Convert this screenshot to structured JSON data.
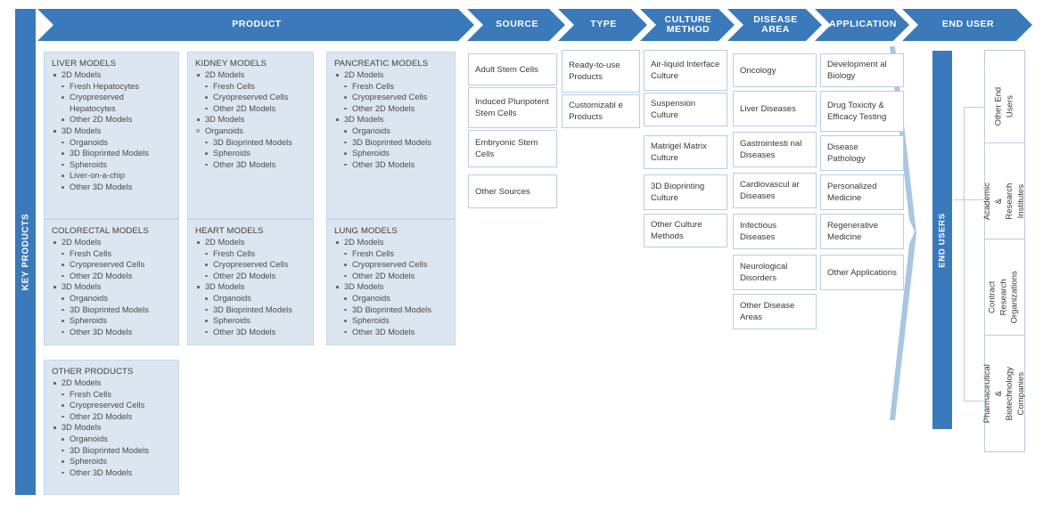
{
  "header": {
    "segments": [
      {
        "id": "product",
        "label": "PRODUCT"
      },
      {
        "id": "source",
        "label": "SOURCE"
      },
      {
        "id": "type",
        "label": "TYPE"
      },
      {
        "id": "culture-method",
        "label": "CULTURE METHOD"
      },
      {
        "id": "disease-area",
        "label": "DISEASE AREA"
      },
      {
        "id": "application",
        "label": "APPLICATION"
      },
      {
        "id": "end-user",
        "label": "END USER"
      }
    ]
  },
  "rails": {
    "key_products": "KEY PRODUCTS",
    "end_users": "END USERS"
  },
  "colors": {
    "header_blue": "#3a79ba",
    "product_box_fill": "#dce6f1",
    "box_border": "#b9cde2",
    "funnel_fill": "#aac6e3"
  },
  "product": {
    "boxes": [
      {
        "title": "LIVER MODELS",
        "items": [
          {
            "level": 1,
            "text": "2D Models"
          },
          {
            "level": 2,
            "text": "Fresh Hepatocytes"
          },
          {
            "level": 2,
            "text": "Cryopreserved Hepatocytes"
          },
          {
            "level": 2,
            "text": "Other 2D Models"
          },
          {
            "level": 1,
            "text": "3D Models"
          },
          {
            "level": 2,
            "text": "Organoids"
          },
          {
            "level": 2,
            "text": "3D Bioprinted Models"
          },
          {
            "level": 2,
            "text": "Spheroids"
          },
          {
            "level": 2,
            "text": "Liver-on-a-chip"
          },
          {
            "level": 2,
            "text": "Other 3D Models"
          }
        ]
      },
      {
        "title": "KIDNEY MODELS",
        "items": [
          {
            "level": 1,
            "text": "2D Models"
          },
          {
            "level": 2,
            "text": "Fresh Cells"
          },
          {
            "level": 2,
            "text": "Cryopreserved Cells"
          },
          {
            "level": 2,
            "text": "Other 2D Models"
          },
          {
            "level": 1,
            "text": "3D Models"
          },
          {
            "level": "1h",
            "text": "Organoids"
          },
          {
            "level": 2,
            "text": "3D Bioprinted Models"
          },
          {
            "level": 2,
            "text": "Spheroids"
          },
          {
            "level": 2,
            "text": "Other 3D Models"
          }
        ]
      },
      {
        "title": "PANCREATIC MODELS",
        "items": [
          {
            "level": 1,
            "text": "2D Models"
          },
          {
            "level": 2,
            "text": "Fresh Cells"
          },
          {
            "level": 2,
            "text": "Cryopreserved Cells"
          },
          {
            "level": 2,
            "text": "Other 2D Models"
          },
          {
            "level": 1,
            "text": "3D Models"
          },
          {
            "level": 2,
            "text": "Organoids"
          },
          {
            "level": 2,
            "text": "3D Bioprinted Models"
          },
          {
            "level": 2,
            "text": "Spheroids"
          },
          {
            "level": 2,
            "text": "Other 3D Models"
          }
        ]
      },
      {
        "title": "COLORECTAL MODELS",
        "items": [
          {
            "level": 1,
            "text": "2D Models"
          },
          {
            "level": 2,
            "text": "Fresh Cells"
          },
          {
            "level": 2,
            "text": "Cryopreserved Cells"
          },
          {
            "level": 2,
            "text": "Other 2D Models"
          },
          {
            "level": 1,
            "text": "3D Models"
          },
          {
            "level": 2,
            "text": "Organoids"
          },
          {
            "level": 2,
            "text": "3D Bioprinted Models"
          },
          {
            "level": 2,
            "text": "Spheroids"
          },
          {
            "level": 2,
            "text": "Other 3D Models"
          }
        ]
      },
      {
        "title": "HEART MODELS",
        "items": [
          {
            "level": 1,
            "text": "2D Models"
          },
          {
            "level": 2,
            "text": "Fresh Cells"
          },
          {
            "level": 2,
            "text": "Cryopreserved Cells"
          },
          {
            "level": 2,
            "text": "Other 2D Models"
          },
          {
            "level": 1,
            "text": "3D Models"
          },
          {
            "level": 2,
            "text": "Organoids"
          },
          {
            "level": 2,
            "text": "3D Bioprinted Models"
          },
          {
            "level": 2,
            "text": "Spheroids"
          },
          {
            "level": 2,
            "text": "Other 3D Models"
          }
        ]
      },
      {
        "title": "LUNG MODELS",
        "items": [
          {
            "level": 1,
            "text": "2D Models"
          },
          {
            "level": 2,
            "text": "Fresh Cells"
          },
          {
            "level": 2,
            "text": "Cryopreserved Cells"
          },
          {
            "level": 2,
            "text": "Other 2D Models"
          },
          {
            "level": 1,
            "text": "3D Models"
          },
          {
            "level": 2,
            "text": "Organoids"
          },
          {
            "level": 2,
            "text": "3D Bioprinted Models"
          },
          {
            "level": 2,
            "text": "Spheroids"
          },
          {
            "level": 2,
            "text": "Other 3D Models"
          }
        ]
      },
      {
        "title": "OTHER PRODUCTS",
        "items": [
          {
            "level": 1,
            "text": "2D Models"
          },
          {
            "level": 2,
            "text": "Fresh Cells"
          },
          {
            "level": 2,
            "text": "Cryopreserved Cells"
          },
          {
            "level": 2,
            "text": "Other 2D Models"
          },
          {
            "level": 1,
            "text": "3D Models"
          },
          {
            "level": 2,
            "text": "Organoids"
          },
          {
            "level": 2,
            "text": "3D Bioprinted Models"
          },
          {
            "level": 2,
            "text": "Spheroids"
          },
          {
            "level": 2,
            "text": "Other 3D Models"
          }
        ]
      }
    ]
  },
  "source": {
    "items": [
      "Adult Stem Cells",
      "Induced Pluripotent Stem Cells",
      "Embryonic Stem Cells",
      "Other Sources"
    ]
  },
  "type": {
    "items": [
      "Ready-to-use Products",
      "Customizabl e Products"
    ]
  },
  "culture_method": {
    "items": [
      "Air-liquid Interface Culture",
      "Suspension Culture",
      "Matrigel Matrix Culture",
      "3D Bioprinting Culture",
      "Other Culture Methods"
    ]
  },
  "disease_area": {
    "items": [
      "Oncology",
      "Liver Diseases",
      "Gastrointesti nal Diseases",
      "Cardiovascul ar Diseases",
      "Infectious Diseases",
      "Neurological Disorders",
      "Other Disease Areas"
    ]
  },
  "application": {
    "items": [
      "Development al Biology",
      "Drug Toxicity & Efficacy Testing",
      "Disease Pathology",
      "Personalized Medicine",
      "Regenerative Medicine",
      "Other Applications"
    ]
  },
  "end_user": {
    "items": [
      "Other End Users",
      "Academic & Research Institutes",
      "Contract Research Organizations",
      "Pharmaceutical & Biotechnology Companies"
    ]
  }
}
